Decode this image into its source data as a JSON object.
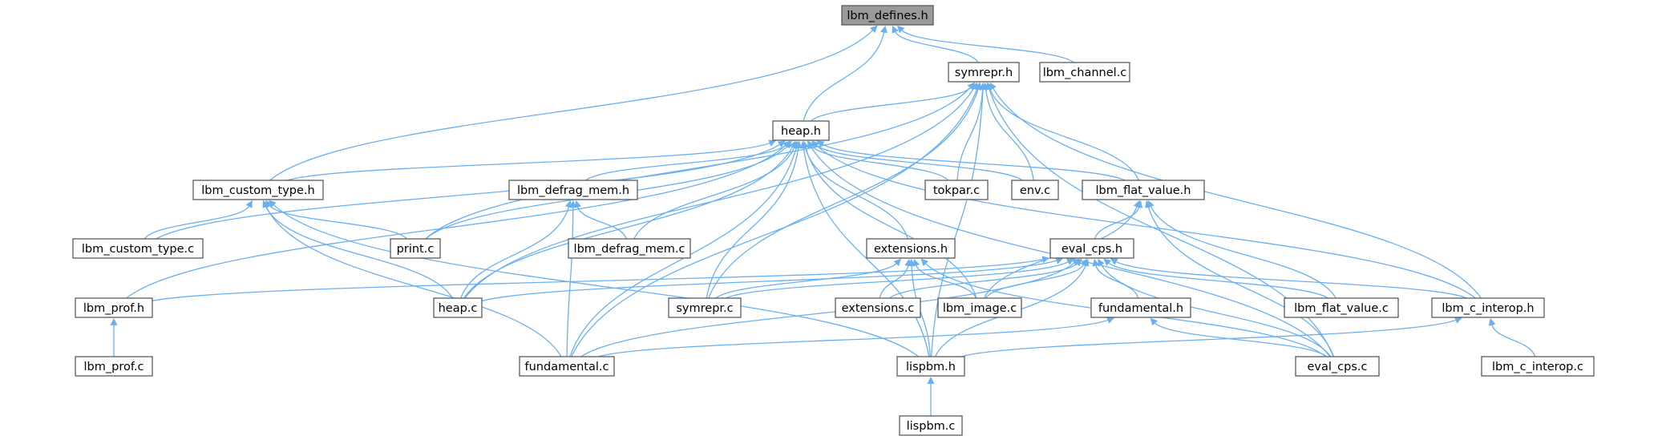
{
  "title": "lbm_defines.h",
  "colors": {
    "edge": "#6ab0f0",
    "root_fill": "#9a9a9a",
    "node_border": "#5a5a5a"
  },
  "nodes": [
    {
      "id": "lbm_defines_h",
      "label": "lbm_defines.h",
      "root": true
    },
    {
      "id": "symrepr_h",
      "label": "symrepr.h"
    },
    {
      "id": "lbm_channel_c",
      "label": "lbm_channel.c"
    },
    {
      "id": "heap_h",
      "label": "heap.h"
    },
    {
      "id": "lbm_custom_type_h",
      "label": "lbm_custom_type.h"
    },
    {
      "id": "lbm_defrag_mem_h",
      "label": "lbm_defrag_mem.h"
    },
    {
      "id": "tokpar_c",
      "label": "tokpar.c"
    },
    {
      "id": "env_c",
      "label": "env.c"
    },
    {
      "id": "lbm_flat_value_h",
      "label": "lbm_flat_value.h"
    },
    {
      "id": "lbm_custom_type_c",
      "label": "lbm_custom_type.c"
    },
    {
      "id": "print_c",
      "label": "print.c"
    },
    {
      "id": "lbm_defrag_mem_c",
      "label": "lbm_defrag_mem.c"
    },
    {
      "id": "extensions_h",
      "label": "extensions.h"
    },
    {
      "id": "eval_cps_h",
      "label": "eval_cps.h"
    },
    {
      "id": "lbm_prof_h",
      "label": "lbm_prof.h"
    },
    {
      "id": "heap_c",
      "label": "heap.c"
    },
    {
      "id": "symrepr_c",
      "label": "symrepr.c"
    },
    {
      "id": "extensions_c",
      "label": "extensions.c"
    },
    {
      "id": "lbm_image_c",
      "label": "lbm_image.c"
    },
    {
      "id": "fundamental_h",
      "label": "fundamental.h"
    },
    {
      "id": "lbm_flat_value_c",
      "label": "lbm_flat_value.c"
    },
    {
      "id": "lbm_c_interop_h",
      "label": "lbm_c_interop.h"
    },
    {
      "id": "lbm_prof_c",
      "label": "lbm_prof.c"
    },
    {
      "id": "fundamental_c",
      "label": "fundamental.c"
    },
    {
      "id": "lispbm_h",
      "label": "lispbm.h"
    },
    {
      "id": "eval_cps_c",
      "label": "eval_cps.c"
    },
    {
      "id": "lbm_c_interop_c",
      "label": "lbm_c_interop.c"
    },
    {
      "id": "lispbm_c",
      "label": "lispbm.c"
    }
  ],
  "edges": [
    {
      "from": "lbm_defines_h",
      "to": "symrepr_h"
    },
    {
      "from": "lbm_defines_h",
      "to": "lbm_channel_c"
    },
    {
      "from": "lbm_defines_h",
      "to": "heap_h"
    },
    {
      "from": "lbm_defines_h",
      "to": "lbm_custom_type_h"
    },
    {
      "from": "symrepr_h",
      "to": "heap_h"
    },
    {
      "from": "symrepr_h",
      "to": "tokpar_c"
    },
    {
      "from": "symrepr_h",
      "to": "env_c"
    },
    {
      "from": "symrepr_h",
      "to": "lbm_flat_value_h"
    },
    {
      "from": "symrepr_h",
      "to": "lbm_c_interop_h"
    },
    {
      "from": "symrepr_h",
      "to": "print_c"
    },
    {
      "from": "symrepr_h",
      "to": "heap_c"
    },
    {
      "from": "symrepr_h",
      "to": "symrepr_c"
    },
    {
      "from": "symrepr_h",
      "to": "fundamental_c"
    },
    {
      "from": "symrepr_h",
      "to": "lispbm_h"
    },
    {
      "from": "symrepr_h",
      "to": "eval_cps_c"
    },
    {
      "from": "heap_h",
      "to": "lbm_custom_type_h"
    },
    {
      "from": "heap_h",
      "to": "lbm_defrag_mem_h"
    },
    {
      "from": "heap_h",
      "to": "tokpar_c"
    },
    {
      "from": "heap_h",
      "to": "env_c"
    },
    {
      "from": "heap_h",
      "to": "lbm_flat_value_h"
    },
    {
      "from": "heap_h",
      "to": "lbm_custom_type_c"
    },
    {
      "from": "heap_h",
      "to": "print_c"
    },
    {
      "from": "heap_h",
      "to": "lbm_defrag_mem_c"
    },
    {
      "from": "heap_h",
      "to": "extensions_h"
    },
    {
      "from": "heap_h",
      "to": "lbm_prof_h"
    },
    {
      "from": "heap_h",
      "to": "heap_c"
    },
    {
      "from": "heap_h",
      "to": "symrepr_c"
    },
    {
      "from": "heap_h",
      "to": "lbm_image_c"
    },
    {
      "from": "heap_h",
      "to": "fundamental_c"
    },
    {
      "from": "heap_h",
      "to": "lispbm_h"
    },
    {
      "from": "heap_h",
      "to": "eval_cps_c"
    },
    {
      "from": "heap_h",
      "to": "lbm_c_interop_h"
    },
    {
      "from": "lbm_custom_type_h",
      "to": "lbm_custom_type_c"
    },
    {
      "from": "lbm_custom_type_h",
      "to": "print_c"
    },
    {
      "from": "lbm_custom_type_h",
      "to": "heap_c"
    },
    {
      "from": "lbm_custom_type_h",
      "to": "fundamental_c"
    },
    {
      "from": "lbm_custom_type_h",
      "to": "lispbm_h"
    },
    {
      "from": "lbm_defrag_mem_h",
      "to": "lbm_defrag_mem_c"
    },
    {
      "from": "lbm_defrag_mem_h",
      "to": "heap_c"
    },
    {
      "from": "lbm_defrag_mem_h",
      "to": "fundamental_c"
    },
    {
      "from": "lbm_flat_value_h",
      "to": "eval_cps_h"
    },
    {
      "from": "lbm_flat_value_h",
      "to": "lbm_flat_value_c"
    },
    {
      "from": "lbm_flat_value_h",
      "to": "lbm_image_c"
    },
    {
      "from": "lbm_flat_value_h",
      "to": "eval_cps_c"
    },
    {
      "from": "extensions_h",
      "to": "extensions_c"
    },
    {
      "from": "extensions_h",
      "to": "lbm_image_c"
    },
    {
      "from": "extensions_h",
      "to": "symrepr_c"
    },
    {
      "from": "extensions_h",
      "to": "lispbm_h"
    },
    {
      "from": "extensions_h",
      "to": "eval_cps_c"
    },
    {
      "from": "eval_cps_h",
      "to": "lbm_prof_h"
    },
    {
      "from": "eval_cps_h",
      "to": "heap_c"
    },
    {
      "from": "eval_cps_h",
      "to": "symrepr_c"
    },
    {
      "from": "eval_cps_h",
      "to": "extensions_c"
    },
    {
      "from": "eval_cps_h",
      "to": "lbm_image_c"
    },
    {
      "from": "eval_cps_h",
      "to": "fundamental_h"
    },
    {
      "from": "eval_cps_h",
      "to": "lbm_flat_value_c"
    },
    {
      "from": "eval_cps_h",
      "to": "lbm_c_interop_h"
    },
    {
      "from": "eval_cps_h",
      "to": "fundamental_c"
    },
    {
      "from": "eval_cps_h",
      "to": "lispbm_h"
    },
    {
      "from": "eval_cps_h",
      "to": "eval_cps_c"
    },
    {
      "from": "lbm_prof_h",
      "to": "lbm_prof_c"
    },
    {
      "from": "fundamental_h",
      "to": "fundamental_c"
    },
    {
      "from": "fundamental_h",
      "to": "eval_cps_c"
    },
    {
      "from": "lbm_c_interop_h",
      "to": "lbm_c_interop_c"
    },
    {
      "from": "lbm_c_interop_h",
      "to": "lispbm_h"
    },
    {
      "from": "lispbm_h",
      "to": "lispbm_c"
    }
  ]
}
